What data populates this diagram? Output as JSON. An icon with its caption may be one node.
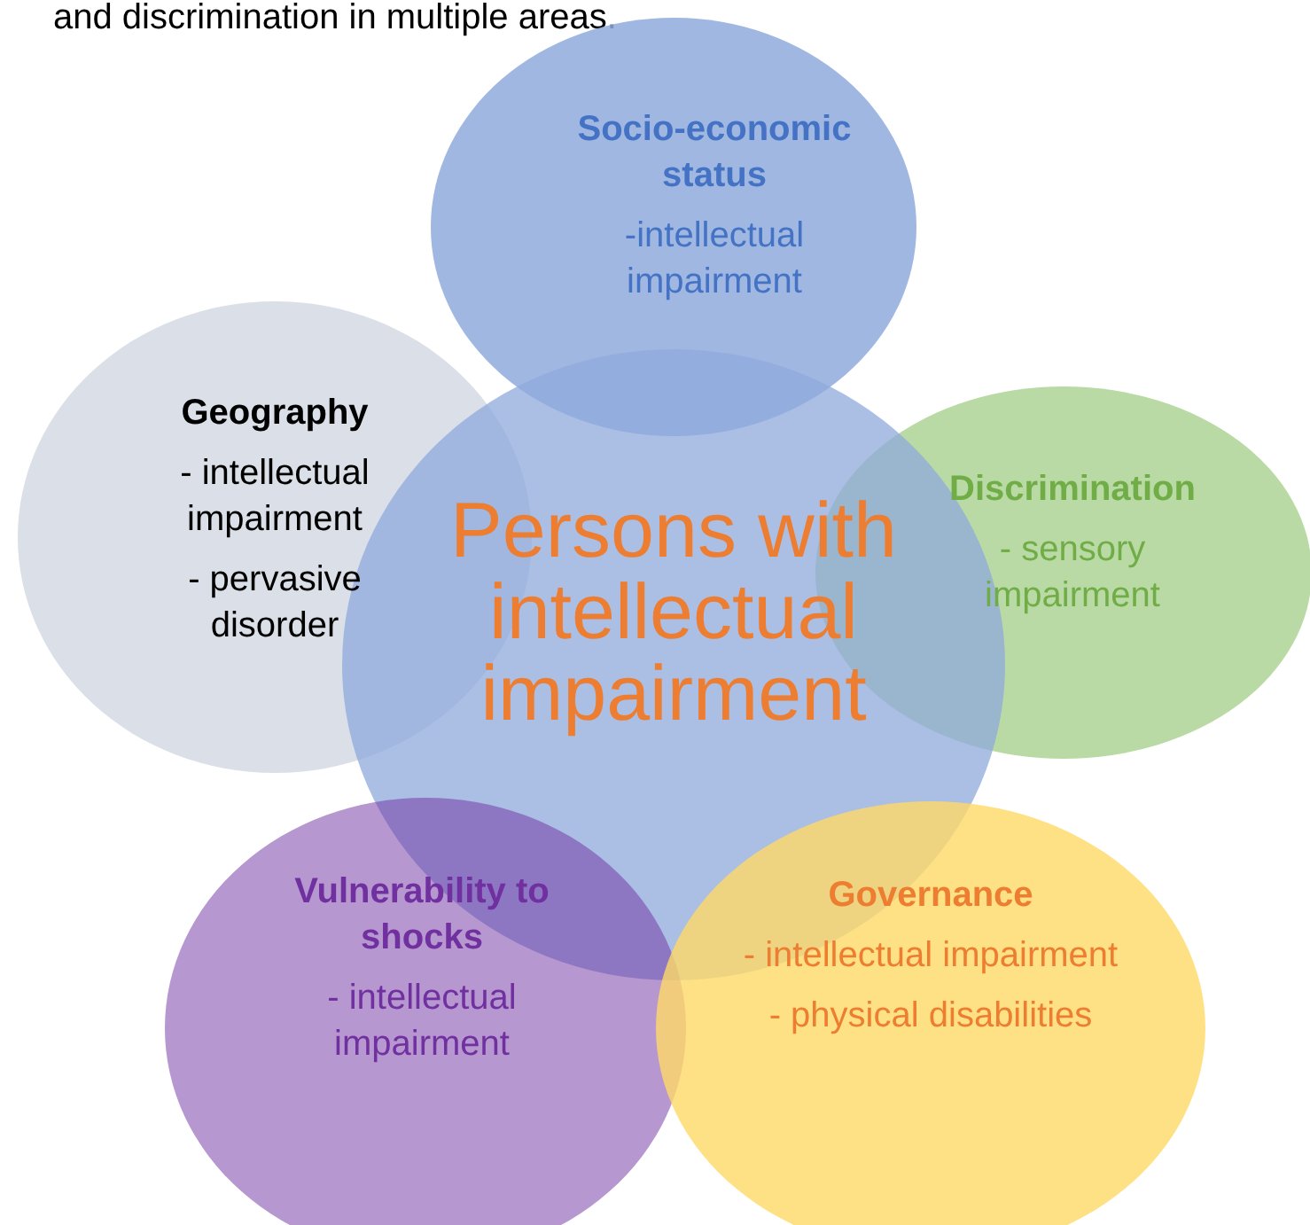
{
  "diagram": {
    "nodes": [
      {
        "text": [
          "Socio-economic status",
          "-intellectual impairment"
        ]
      },
      {
        "text": [
          "Geography",
          "- intellectual impairment",
          "- pervasive disorder"
        ]
      },
      {
        "text": [
          "Discrimination",
          "- sensory impairment"
        ]
      },
      {
        "text": [
          "Persons with intellectual impairment"
        ]
      },
      {
        "text": [
          "Vulnerability to shocks",
          "- intellectual impairment"
        ]
      },
      {
        "text": [
          "Governance",
          "- intellectual impairment",
          "- physical disabilities"
        ]
      }
    ],
    "edges": [],
    "labels": [
      "and discrimination in multiple areas."
    ]
  }
}
